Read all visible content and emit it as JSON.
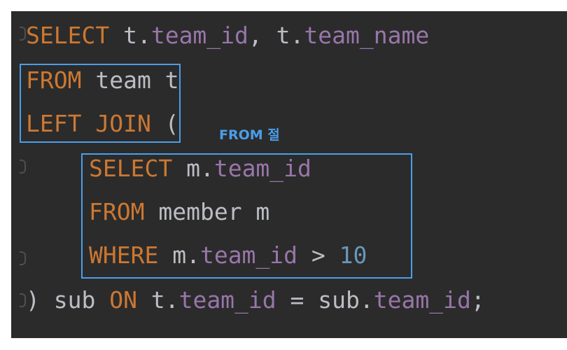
{
  "code": {
    "line1": {
      "kw1": "SELECT",
      "t1": " t.",
      "f1": "team_id",
      "sep": ", t.",
      "f2": "team_name"
    },
    "line2": {
      "kw": "FROM",
      "rest": " team ",
      "alias": "t"
    },
    "line3": {
      "kw": "LEFT JOIN",
      "rest": " ("
    },
    "line4": {
      "kw": "SELECT",
      "rest": " m.",
      "f": "team_id"
    },
    "line5": {
      "kw": "FROM",
      "rest": " member m"
    },
    "line6": {
      "kw": "WHERE",
      "rest": " m.",
      "f": "team_id",
      "op": " > ",
      "num": "10"
    },
    "line7": {
      "p1": ") sub ",
      "kw": "ON",
      "p2": " t.",
      "f1": "team_id",
      "p3": " = sub.",
      "f2": "team_id",
      "end": ";"
    }
  },
  "annotation": {
    "label": "FROM 절"
  },
  "colors": {
    "keyword": "#cc7832",
    "field": "#9876aa",
    "number": "#6897bb",
    "text": "#bcbec4",
    "background": "#2b2b2b",
    "highlight": "#4a9eea"
  }
}
